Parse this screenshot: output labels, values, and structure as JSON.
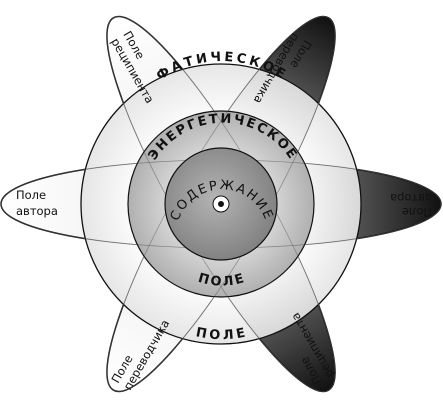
{
  "petals": [
    {
      "id": "top-left",
      "line1": "Поле",
      "line2": "реципиента"
    },
    {
      "id": "top-right",
      "line1": "Поле",
      "line2": "переводчика"
    },
    {
      "id": "left",
      "line1": "Поле",
      "line2": "автора"
    },
    {
      "id": "right",
      "line1": "Поле",
      "line2": "автора"
    },
    {
      "id": "bottom-left",
      "line1": "Поле",
      "line2": "переводчика"
    },
    {
      "id": "bottom-right",
      "line1": "Поле",
      "line2": "реципиента"
    }
  ],
  "rings": {
    "phatic_label": "ФАТИЧЕСКОЕ",
    "phatic_bottom_label": "ПОЛЕ",
    "energetic_label": "ЭНЕРГЕТИЧЕСКОЕ",
    "energetic_bottom_label": "ПОЛЕ",
    "core_label": "СОДЕРЖАНИЕ"
  },
  "colors": {
    "background": "#ffffff",
    "outer_petal_gradient_dark": "#1a1a1a",
    "outer_ring": "#f2f2f2",
    "middle_ring": "#c8c8c8",
    "core": "#9a9a9a",
    "stroke": "#111111"
  }
}
